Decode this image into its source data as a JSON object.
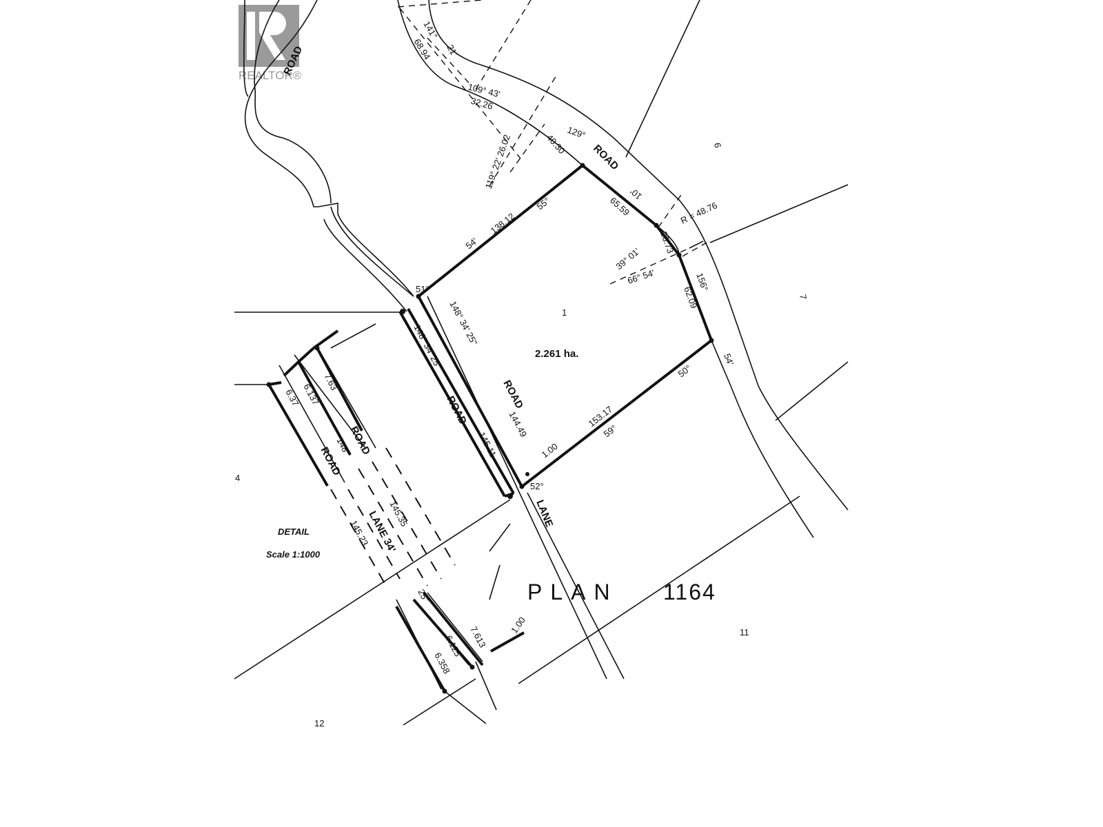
{
  "watermark": {
    "brand": "REALTOR®",
    "color": "#8f8f8f"
  },
  "plan": {
    "title": "PLAN",
    "number": "1164"
  },
  "lot": {
    "number": "1",
    "area": "2.261 ha."
  },
  "lots_adjacent": {
    "lot6": "6",
    "lot7": "7",
    "lot11": "11",
    "lot12": "12",
    "lot4": "4"
  },
  "roads": {
    "road_nw": "ROAD",
    "road_ne": "ROAD",
    "road_w1": "ROAD",
    "road_w2": "ROAD",
    "lane": "LANE",
    "detail_road1": "ROAD",
    "detail_road2": "ROAD",
    "detail_lane": "LANE 34'"
  },
  "dimensions": {
    "a141": "141°",
    "a21": "21'",
    "d6894": "68.94",
    "a109": "109° 43'",
    "d3226": "32.26",
    "a119": "119° 22' 26.02",
    "d4030": "40.30",
    "a129": "129°",
    "a55": "55°",
    "a54": "54'",
    "d13812": "138.12",
    "a10": "10'",
    "d6559": "65.59",
    "radius": "R = 48.76",
    "d2373": "23.73",
    "a3901": "39° 01'",
    "a6654": "66° 54'",
    "a156": "156°",
    "d6209": "62.09",
    "a51": "51°",
    "a54b": "54'",
    "a50": "50°",
    "d15317": "153.17",
    "a59": "59°",
    "a52": "52°",
    "d100": "1.00",
    "bearing_e": "148° 34' 25\"",
    "d14449": "144.49",
    "bearing_w": "148° 34' 25\"",
    "d14511": "145.11",
    "d763": "7.63",
    "d6137": "6.137",
    "d637": "6.37",
    "a148": "148°",
    "d14535": "145.35",
    "d14523": "145.23",
    "a25": "25\"",
    "d6125": "6.125",
    "d6358": "6.358",
    "d7613": "7.613",
    "d100b": "1.00"
  },
  "detail": {
    "title": "DETAIL",
    "scale": "Scale  1:1000"
  }
}
